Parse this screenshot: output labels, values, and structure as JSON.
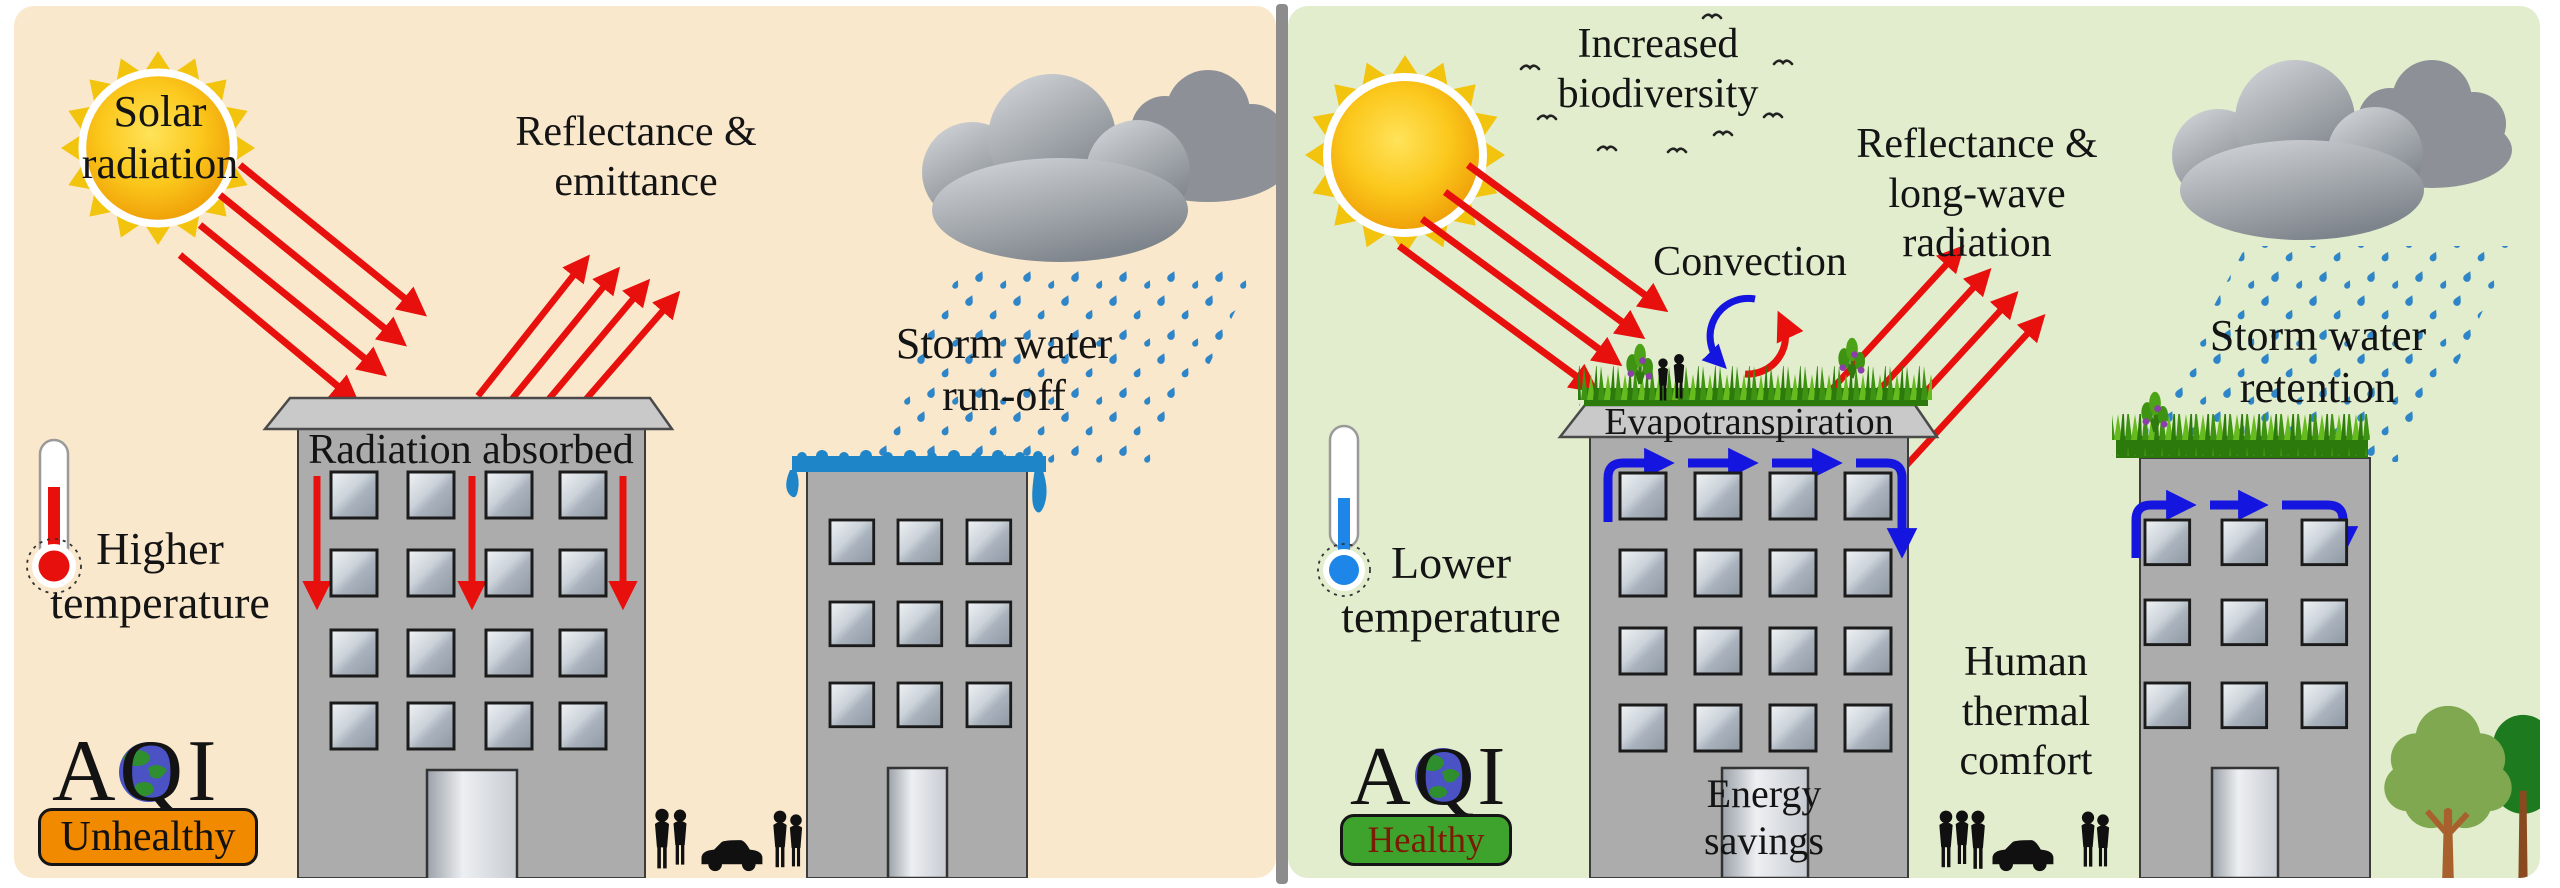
{
  "figure": {
    "description": "Comparison diagram: conventional roof (urban heat island) vs green roof benefits",
    "colors": {
      "left_background": "#FAE8CC",
      "right_background": "#E2EDCD",
      "divider": "#8C8C8C",
      "heat_arrow_red": "#E8100C",
      "cool_arrow_blue": "#1515E0",
      "rain_blue": "#2E86C8",
      "building_gray": "#ACACAC",
      "unhealthy_badge": "#F28A00",
      "healthy_badge": "#3DA32D",
      "sun_yellow": "#F2C40E",
      "grass_green": "#3F9312"
    }
  },
  "left_panel": {
    "theme": "conventional-roof",
    "labels": {
      "solar_radiation": "Solar\nradiation",
      "reflectance_emittance": "Reflectance &\nemittance",
      "radiation_absorbed": "Radiation absorbed",
      "higher_temperature": "Higher\ntemperature",
      "storm_water_runoff": "Storm water\nrun-off"
    },
    "aqi": {
      "acronym": "AQI",
      "status": "Unhealthy"
    }
  },
  "right_panel": {
    "theme": "green-roof",
    "labels": {
      "increased_biodiversity": "Increased\nbiodiversity",
      "reflectance_longwave": "Reflectance &\nlong-wave\nradiation",
      "convection": "Convection",
      "evapotranspiration": "Evapotranspiration",
      "lower_temperature": "Lower\ntemperature",
      "energy_savings": "Energy\nsavings",
      "human_thermal_comfort": "Human\nthermal\ncomfort",
      "storm_water_retention": "Storm water\nretention"
    },
    "aqi": {
      "acronym": "AQI",
      "status": "Healthy"
    }
  }
}
